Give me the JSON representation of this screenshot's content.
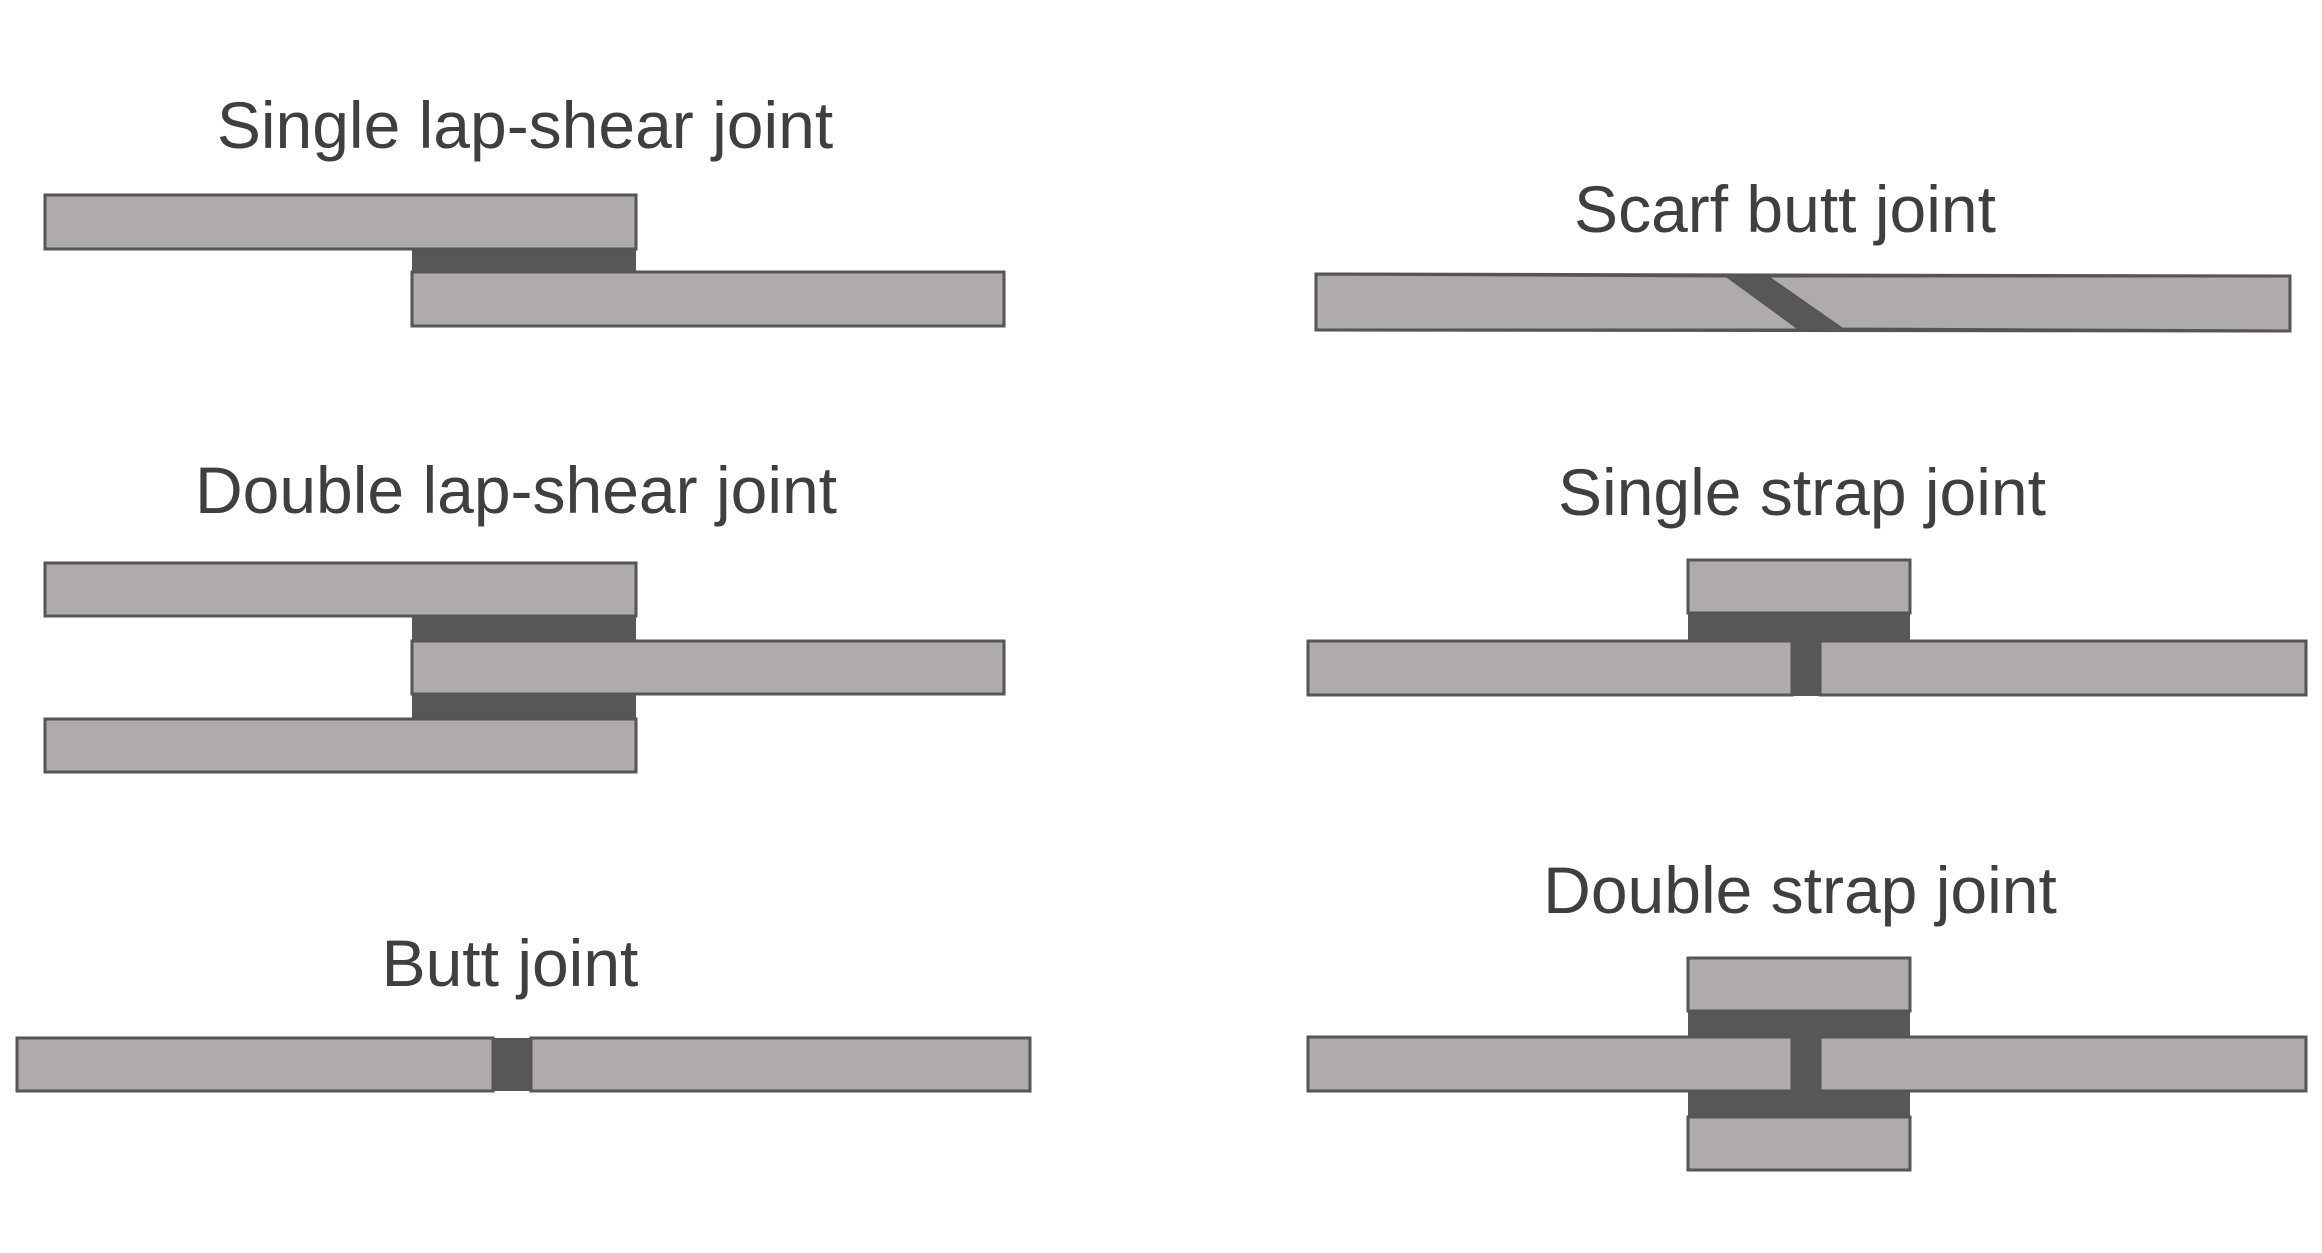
{
  "colors": {
    "adherend": "#b0abab",
    "adherend_stroke": "#555555",
    "adhesive": "#575757",
    "label": "#3f3f3f",
    "background": "#ffffff"
  },
  "joints": {
    "single_lap_shear": {
      "label": "Single lap-shear joint"
    },
    "double_lap_shear": {
      "label": "Double lap-shear joint"
    },
    "butt": {
      "label": "Butt joint"
    },
    "scarf_butt": {
      "label": "Scarf butt joint"
    },
    "single_strap": {
      "label": "Single strap joint"
    },
    "double_strap": {
      "label": "Double strap joint"
    }
  }
}
